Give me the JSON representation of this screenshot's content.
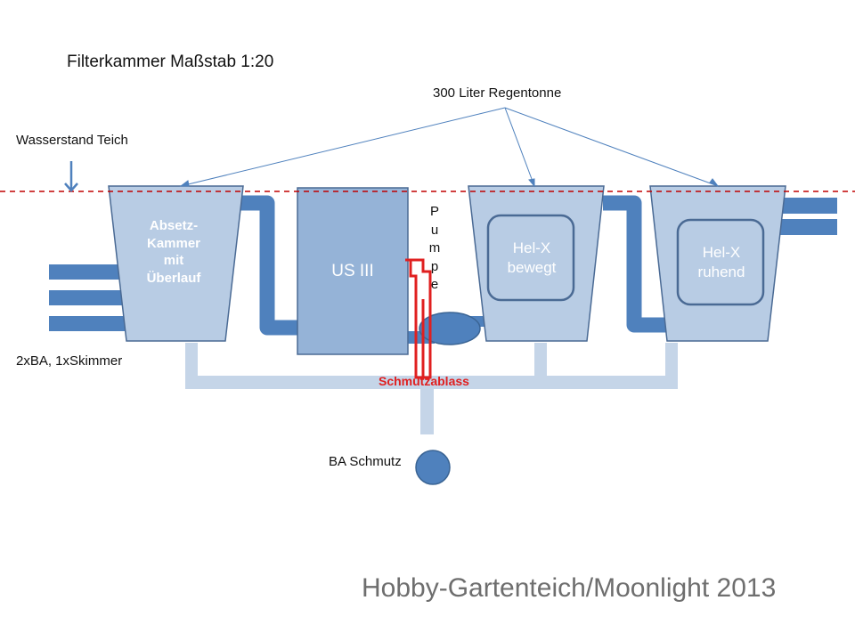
{
  "title": "Filterkammer Maßstab 1:20",
  "labels": {
    "rain_barrel": "300 Liter Regentonne",
    "water_level": "Wasserstand Teich",
    "inlets": "2xBA, 1xSkimmer",
    "ba_dirt": "BA Schmutz",
    "dirt_drain": "Schmutzablass",
    "pump_letters": [
      "P",
      "u",
      "m",
      "p",
      "e"
    ]
  },
  "chambers": {
    "settling": "Absetz-\nKammer\nmit\nÜberlauf",
    "us3": "US III",
    "helx_moving": "Hel-X\nbewegt",
    "helx_resting": "Hel-X\nruhend"
  },
  "credit": "Hobby-Gartenteich/Moonlight 2013",
  "colors": {
    "chamber_fill": "#b8cce4",
    "chamber_stroke": "#4a6a94",
    "pipe": "#4f81bd",
    "drain_pipe": "#c5d5e8",
    "water_line": "#c00000",
    "dirt_outline": "#e02020",
    "arrow": "#4f81bd"
  }
}
